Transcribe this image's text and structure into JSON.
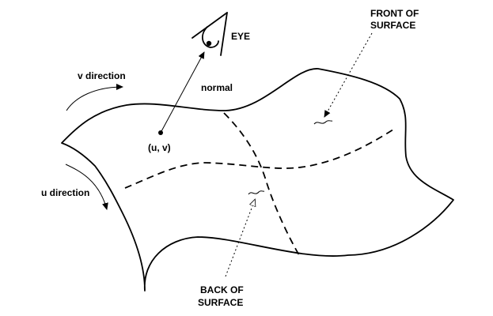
{
  "labels": {
    "eye": "EYE",
    "normal": "normal",
    "v_direction": "v direction",
    "u_direction": "u direction",
    "point": "(u, v)",
    "front_line1": "FRONT OF",
    "front_line2": "SURFACE",
    "back_line1": "BACK OF",
    "back_line2": "SURFACE"
  },
  "colors": {
    "ink": "#000000",
    "background": "#ffffff"
  },
  "icons": {
    "eye": "eye-icon",
    "point": "point-marker",
    "front_mark": "tilde-mark",
    "back_mark": "tilde-mark"
  }
}
